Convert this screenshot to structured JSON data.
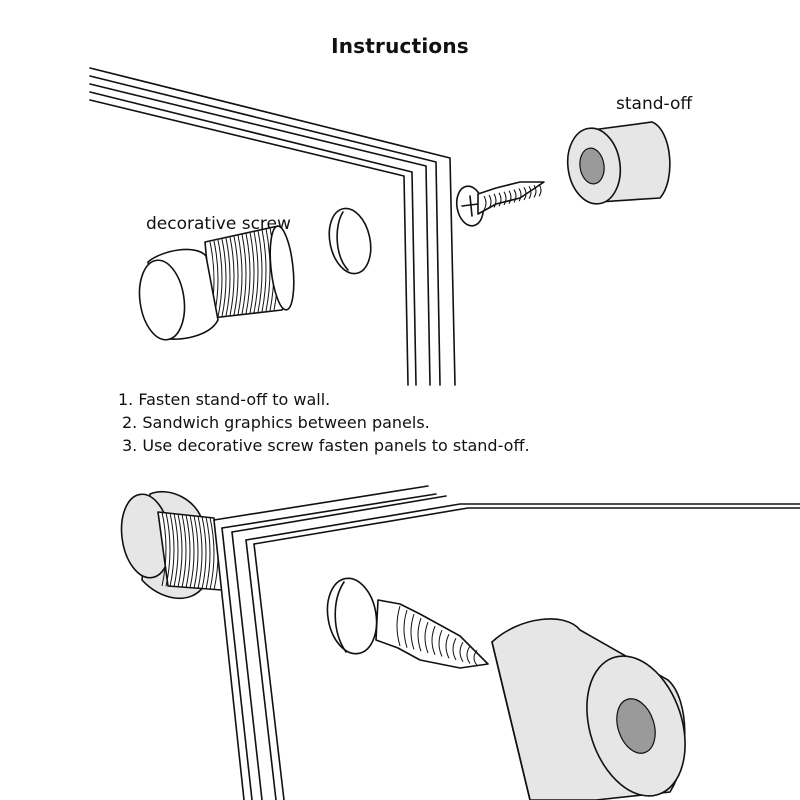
{
  "title": "Instructions",
  "labels": {
    "stand_off": "stand-off",
    "decorative_screw": "decorative screw"
  },
  "steps": [
    "1. Fasten stand-off to wall.",
    "2. Sandwich graphics between panels.",
    "3. Use decorative screw fasten panels to stand-off."
  ]
}
